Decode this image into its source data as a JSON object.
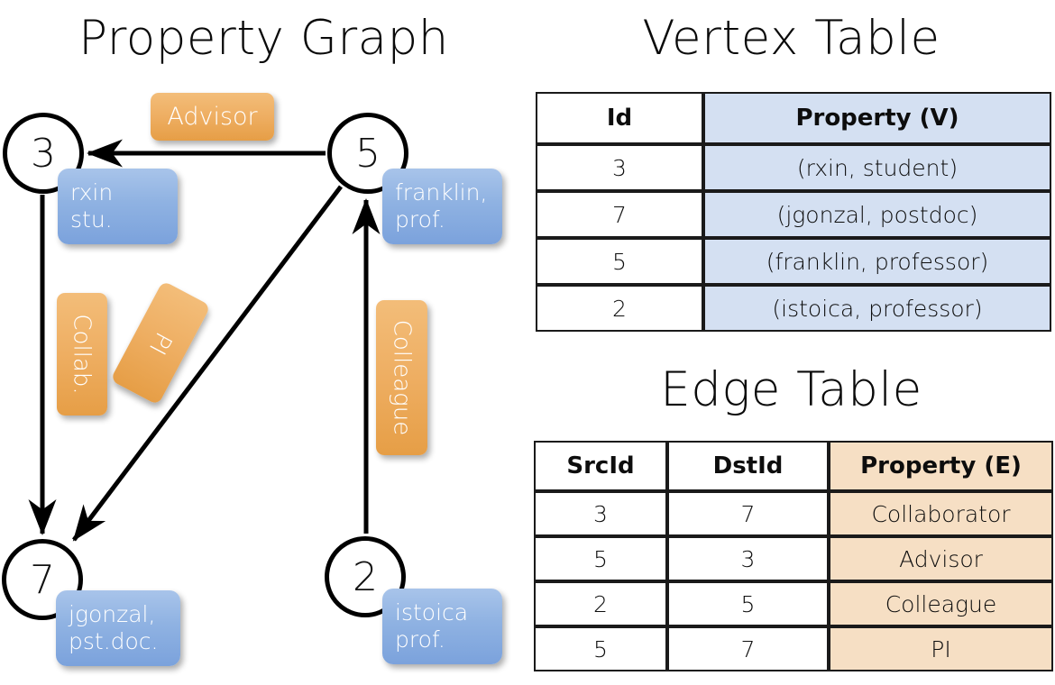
{
  "titles": {
    "property_graph": "Property Graph",
    "vertex_table": "Vertex Table",
    "edge_table": "Edge Table"
  },
  "colors": {
    "vertex_property_fill": "#d4e0f2",
    "edge_property_fill": "#f6dfc4",
    "node_property_box": "#8fb2e2",
    "edge_label_badge": "#eeae62",
    "border": "#1a1a1a",
    "background": "#ffffff"
  },
  "graph": {
    "nodes": [
      {
        "id": "3",
        "label": "3",
        "property_lines": [
          "rxin",
          "stu."
        ]
      },
      {
        "id": "5",
        "label": "5",
        "property_lines": [
          "franklin,",
          "prof."
        ]
      },
      {
        "id": "7",
        "label": "7",
        "property_lines": [
          "jgonzal,",
          "pst.doc."
        ]
      },
      {
        "id": "2",
        "label": "2",
        "property_lines": [
          "istoica",
          "prof."
        ]
      }
    ],
    "edges": [
      {
        "src": "5",
        "dst": "3",
        "label": "Advisor",
        "orientation": "horizontal"
      },
      {
        "src": "3",
        "dst": "7",
        "label": "Collab.",
        "orientation": "vertical"
      },
      {
        "src": "5",
        "dst": "7",
        "label": "PI",
        "orientation": "diagonal"
      },
      {
        "src": "2",
        "dst": "5",
        "label": "Colleague",
        "orientation": "vertical"
      }
    ]
  },
  "vertex_table": {
    "headers": [
      "Id",
      "Property (V)"
    ],
    "rows": [
      {
        "id": "3",
        "property": "(rxin, student)"
      },
      {
        "id": "7",
        "property": "(jgonzal, postdoc)"
      },
      {
        "id": "5",
        "property": "(franklin, professor)"
      },
      {
        "id": "2",
        "property": "(istoica, professor)"
      }
    ]
  },
  "edge_table": {
    "headers": [
      "SrcId",
      "DstId",
      "Property (E)"
    ],
    "rows": [
      {
        "src": "3",
        "dst": "7",
        "property": "Collaborator"
      },
      {
        "src": "5",
        "dst": "3",
        "property": "Advisor"
      },
      {
        "src": "2",
        "dst": "5",
        "property": "Colleague"
      },
      {
        "src": "5",
        "dst": "7",
        "property": "PI"
      }
    ]
  }
}
